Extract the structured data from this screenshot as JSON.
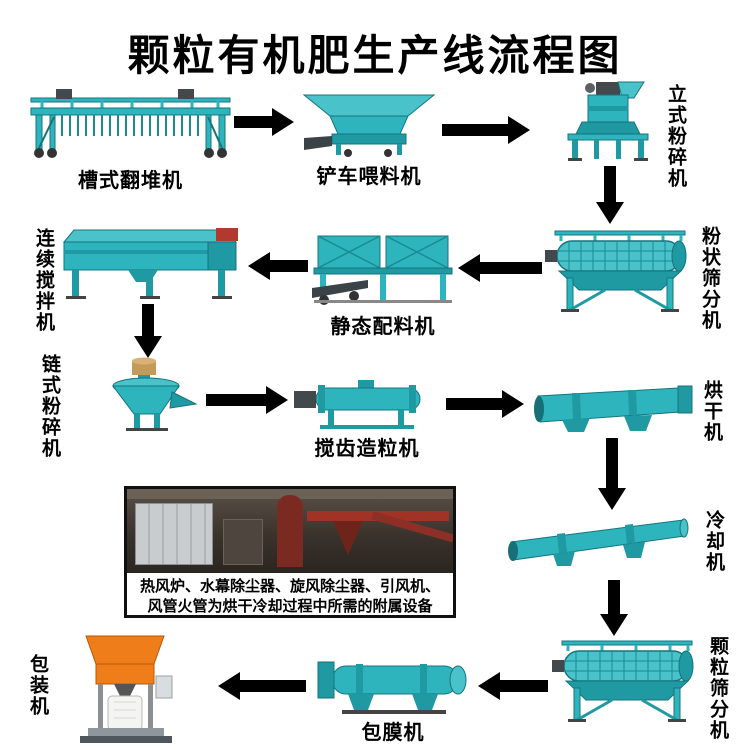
{
  "title": "颗粒有机肥生产线流程图",
  "machines": {
    "trough_turner": "槽式翻堆机",
    "forklift_feeder": "铲车喂料机",
    "vertical_crusher": "立式粉碎机",
    "powder_screener": "粉状筛分机",
    "static_batcher": "静态配料机",
    "continuous_mixer": "连续搅拌机",
    "chain_crusher": "链式粉碎机",
    "tooth_granulator": "搅齿造粒机",
    "dryer": "烘干机",
    "cooler": "冷却机",
    "granule_screener": "颗粒筛分机",
    "coating_machine": "包膜机",
    "packing_machine": "包装机"
  },
  "note": {
    "line1": "热风炉、水幕除尘器、旋风除尘器、引风机、",
    "line2": "风管火管为烘干冷却过程中所需的附属设备"
  },
  "edges": [
    [
      "槽式翻堆机",
      "铲车喂料机"
    ],
    [
      "铲车喂料机",
      "立式粉碎机"
    ],
    [
      "立式粉碎机",
      "粉状筛分机"
    ],
    [
      "粉状筛分机",
      "静态配料机"
    ],
    [
      "静态配料机",
      "连续搅拌机"
    ],
    [
      "连续搅拌机",
      "链式粉碎机"
    ],
    [
      "链式粉碎机",
      "搅齿造粒机"
    ],
    [
      "搅齿造粒机",
      "烘干机"
    ],
    [
      "烘干机",
      "冷却机"
    ],
    [
      "冷却机",
      "颗粒筛分机"
    ],
    [
      "颗粒筛分机",
      "包膜机"
    ],
    [
      "包膜机",
      "包装机"
    ]
  ],
  "colors": {
    "machine_teal": "#2eb4bd",
    "machine_teal_dark": "#1f99a2",
    "arrow_black": "#000000",
    "packer_orange": "#ef7d1a"
  }
}
